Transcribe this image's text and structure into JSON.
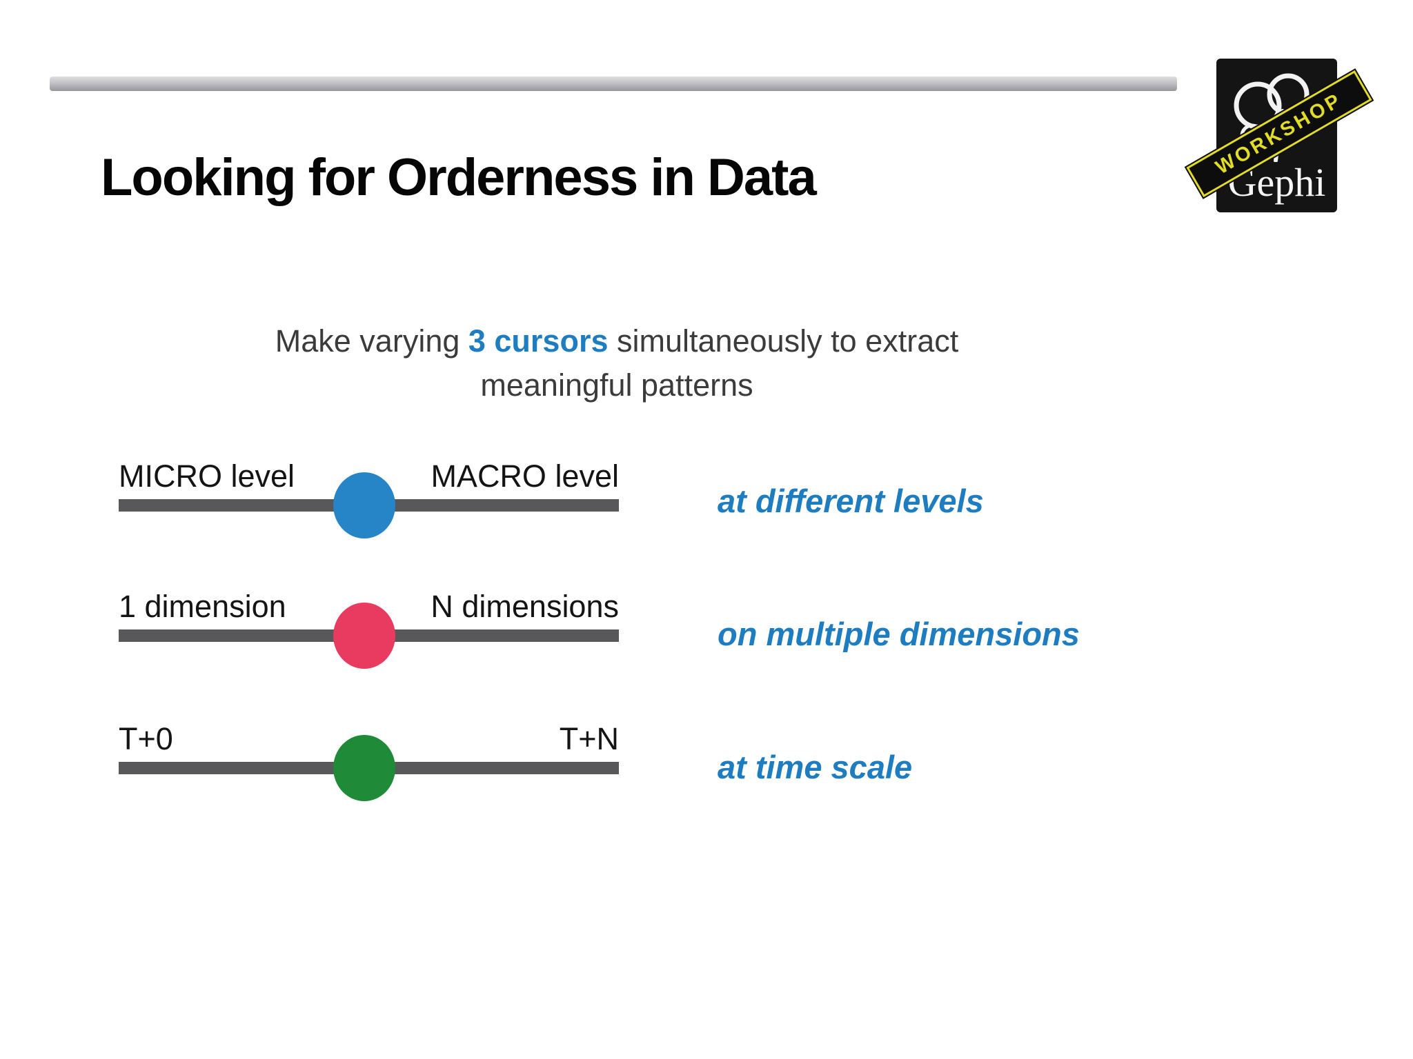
{
  "slide": {
    "title": "Looking for Orderness in Data",
    "intro": {
      "line1_pre": "Make varying ",
      "line1_highlight": "3 cursors",
      "line1_post": " simultaneously to extract",
      "line2": "meaningful patterns"
    }
  },
  "logo": {
    "brand": "Gephi",
    "banner_label": "WORKSHOP"
  },
  "sliders": [
    {
      "left_label": "MICRO level",
      "right_label": "MACRO level",
      "knob_color": "#2585c6",
      "caption": "at different levels",
      "knob_position_pct": 49
    },
    {
      "left_label": "1 dimension",
      "right_label": "N dimensions",
      "knob_color": "#e93a5f",
      "caption": "on multiple dimensions",
      "knob_position_pct": 49
    },
    {
      "left_label": "T+0",
      "right_label": "T+N",
      "knob_color": "#1f8a38",
      "caption": "at time scale",
      "knob_position_pct": 49
    }
  ],
  "colors": {
    "accent_blue": "#1e7dc0",
    "track_gray": "#58585a",
    "banner_yellow": "#e3dc26",
    "intro_text_gray": "#3b3b3b"
  }
}
